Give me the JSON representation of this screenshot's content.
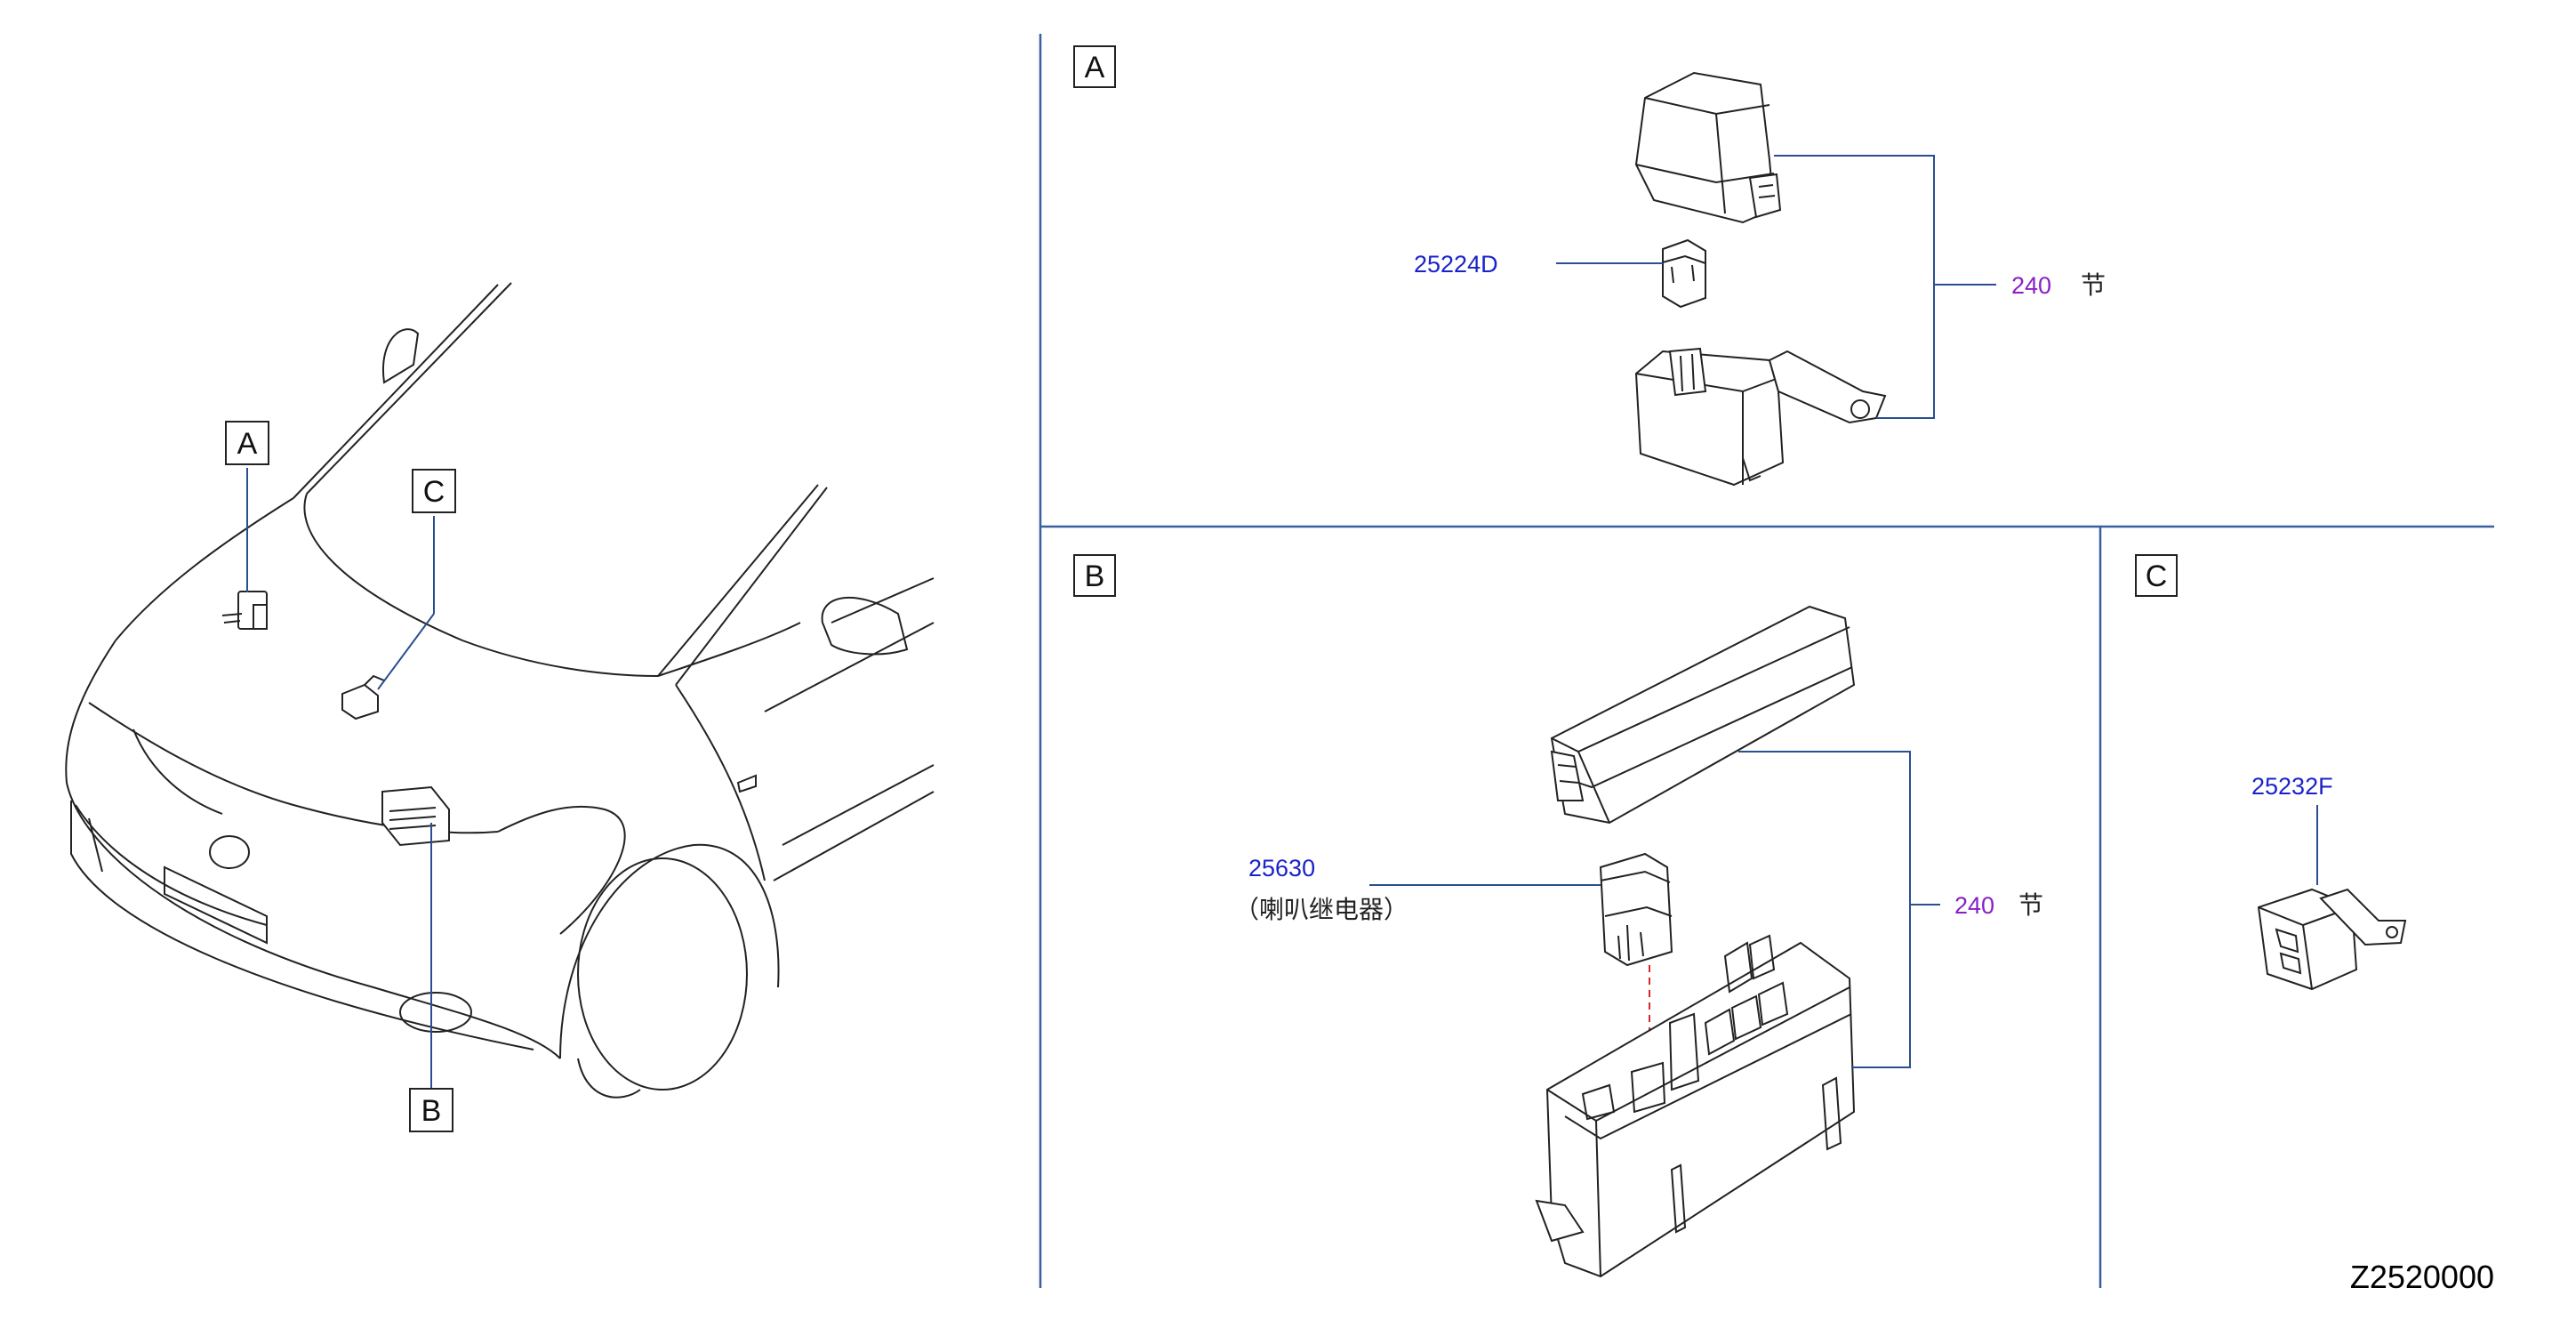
{
  "callouts": {
    "overview": {
      "a": "A",
      "b": "B",
      "c": "C"
    },
    "section_a": {
      "box": "A",
      "part_relay": "25224D",
      "ref_num": "240",
      "ref_suffix": "节"
    },
    "section_b": {
      "box": "B",
      "part_relay": "25630",
      "part_note": "（喇叭继电器）",
      "ref_num": "240",
      "ref_suffix": "节"
    },
    "section_c": {
      "box": "C",
      "part_relay": "25232F"
    }
  },
  "diagram_code": "Z2520000",
  "colors": {
    "part_number": "#1a23c8",
    "reference": "#8a1fc4",
    "leader": "#2a4f8f"
  }
}
